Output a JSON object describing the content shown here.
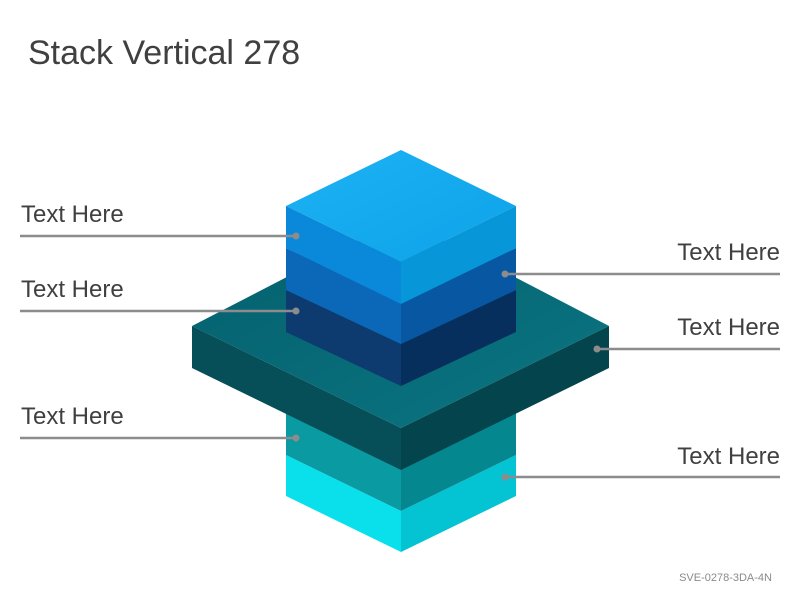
{
  "title": "Stack Vertical 278",
  "code": "SVE-0278-3DA-4N",
  "labels": {
    "left": [
      "Text Here",
      "Text Here",
      "Text Here"
    ],
    "right": [
      "Text Here",
      "Text Here",
      "Text Here"
    ]
  },
  "colors": {
    "top_block_light": "#16a9ee",
    "mid_block_blue": "#0b63b0",
    "dark_block_navy": "#0c3a72",
    "plate_teal": "#046775",
    "lower_block_teal": "#0a8f98",
    "bottom_block_cyan": "#05d6e4",
    "leader_line": "#8c8c8c"
  }
}
